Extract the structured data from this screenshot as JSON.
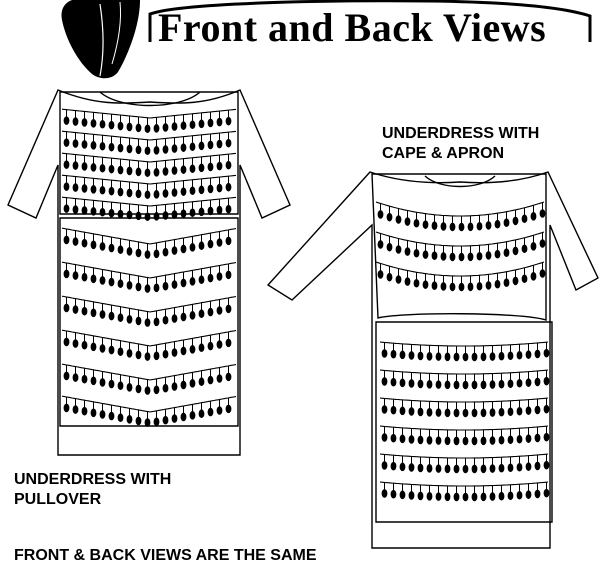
{
  "title": "Front and Back Views",
  "captions": {
    "right": [
      "UNDERDRESS WITH",
      "CAPE & APRON"
    ],
    "left": [
      "UNDERDRESS WITH",
      "PULLOVER"
    ],
    "footer": "FRONT & BACK VIEWS ARE THE SAME"
  },
  "colors": {
    "ink": "#000000",
    "paper": "#ffffff"
  }
}
